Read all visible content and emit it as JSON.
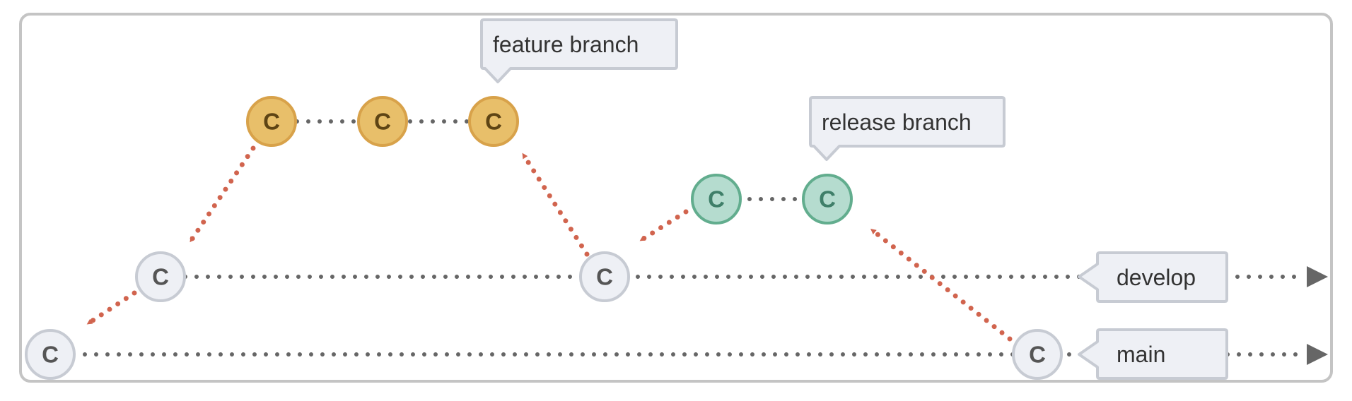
{
  "diagram": {
    "commit_label": "C",
    "callouts": {
      "feature": "feature branch",
      "release": "release branch",
      "develop": "develop",
      "main": "main"
    },
    "colors": {
      "frame_border": "#c4c4c4",
      "dotted_line": "#666666",
      "merge_arrow": "#d1644e",
      "neutral_fill": "#eef0f5",
      "neutral_stroke": "#c7cbd3",
      "neutral_text": "#555555",
      "feature_fill": "#e8bf6a",
      "feature_stroke": "#d8a24a",
      "feature_text": "#5e4414",
      "release_fill": "#b5dccf",
      "release_stroke": "#62ad8e",
      "release_text": "#3f7f69",
      "callout_fill": "#eef0f5",
      "callout_stroke": "#c7cbd3"
    }
  }
}
